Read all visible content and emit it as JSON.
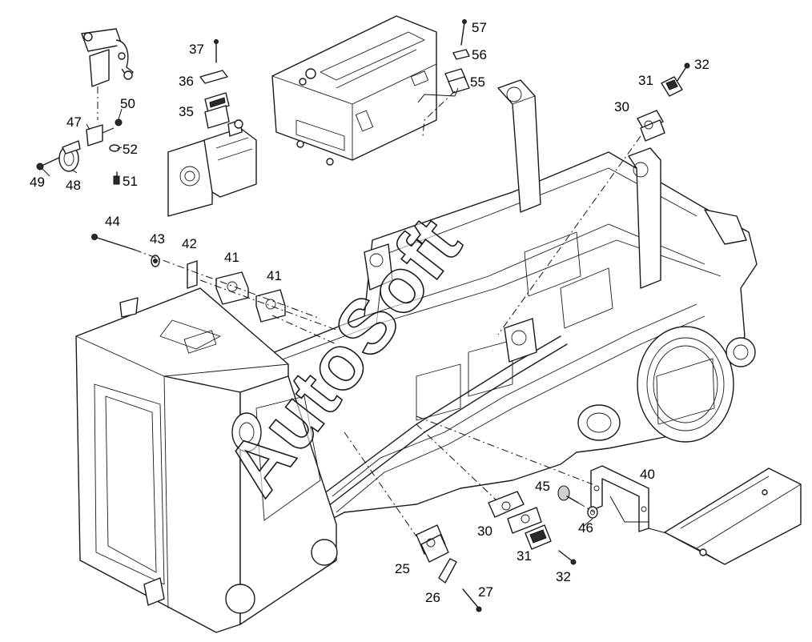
{
  "watermark": {
    "text": "AutoSoft"
  },
  "callouts": {
    "c57": "57",
    "c56": "56",
    "c55": "55",
    "c37": "37",
    "c36": "36",
    "c35": "35",
    "c47": "47",
    "c50": "50",
    "c52": "52",
    "c51": "51",
    "c49": "49",
    "c48": "48",
    "c31_top": "31",
    "c32_top": "32",
    "c30_top": "30",
    "c44": "44",
    "c43": "43",
    "c42": "42",
    "c41_a": "41",
    "c41_b": "41",
    "c40": "40",
    "c45": "45",
    "c46": "46",
    "c30_bottom": "30",
    "c31_bottom": "31",
    "c32_bottom": "32",
    "c25": "25",
    "c26": "26",
    "c27": "27"
  },
  "icons": {
    "frame": "machine-frame-drawing",
    "tank": "hydraulic-tank-drawing",
    "pump": "hydraulic-pump-drawing",
    "filter": "filter-drawing",
    "tray": "tray-drawing"
  }
}
